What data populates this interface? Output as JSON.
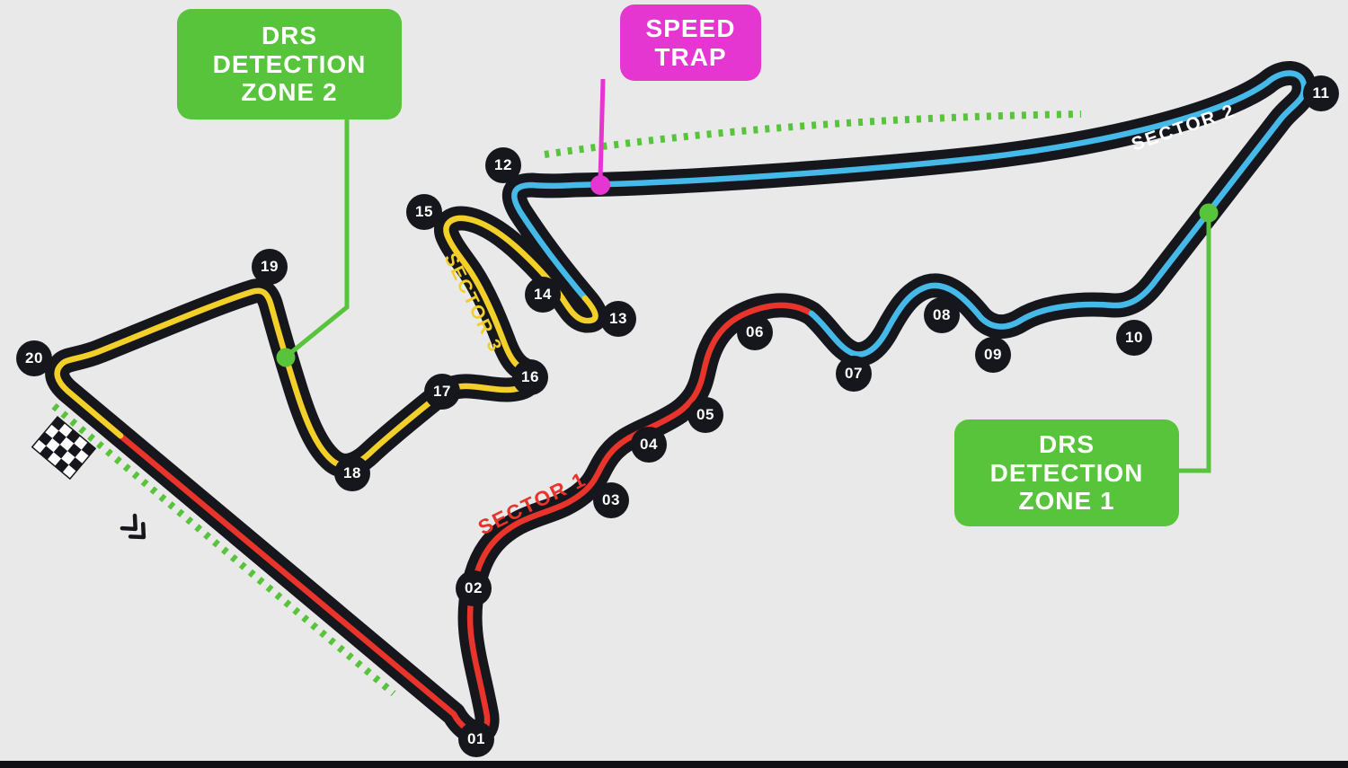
{
  "colors": {
    "background": "#e9e9e9",
    "track": "#16161d",
    "sector1": "#e8342b",
    "sector2": "#45b9e8",
    "sector3": "#f3cf2a",
    "drs_green": "#58c43c",
    "speed_trap": "#e636d2"
  },
  "callouts": {
    "drs_zone_2": {
      "lines": [
        "DRS",
        "DETECTION",
        "ZONE 2"
      ]
    },
    "speed_trap": {
      "lines": [
        "SPEED",
        "TRAP"
      ]
    },
    "drs_zone_1": {
      "lines": [
        "DRS",
        "DETECTION",
        "ZONE 1"
      ]
    }
  },
  "sector_labels": [
    {
      "name": "SECTOR 1"
    },
    {
      "name": "SECTOR 2"
    },
    {
      "name": "SECTOR 3"
    }
  ],
  "turns": [
    "01",
    "02",
    "03",
    "04",
    "05",
    "06",
    "07",
    "08",
    "09",
    "10",
    "11",
    "12",
    "13",
    "14",
    "15",
    "16",
    "17",
    "18",
    "19",
    "20"
  ]
}
